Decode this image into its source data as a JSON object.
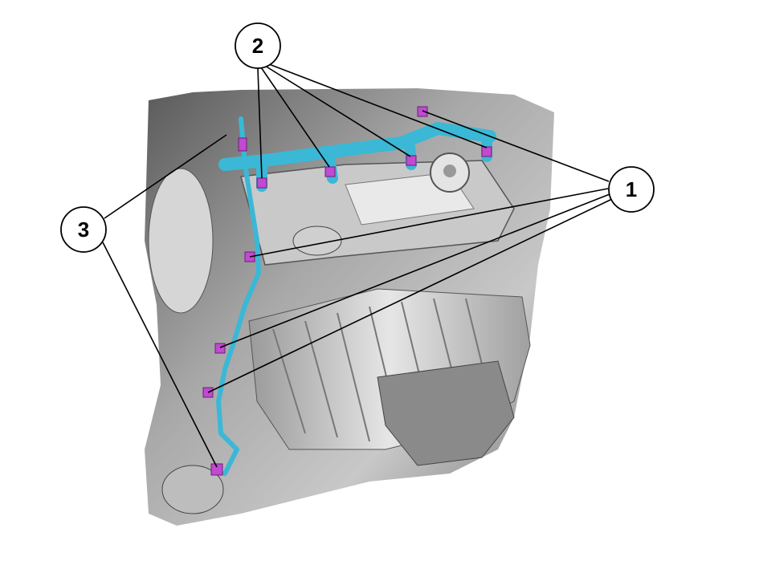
{
  "callouts": {
    "one": "1",
    "two": "2",
    "three": "3"
  },
  "colors": {
    "fuel_rail": "#3ab8d6",
    "bolts": "#c04ad0",
    "engine_dark": "#6e6e6e",
    "engine_light": "#d8d8d8",
    "leader": "#000000"
  }
}
